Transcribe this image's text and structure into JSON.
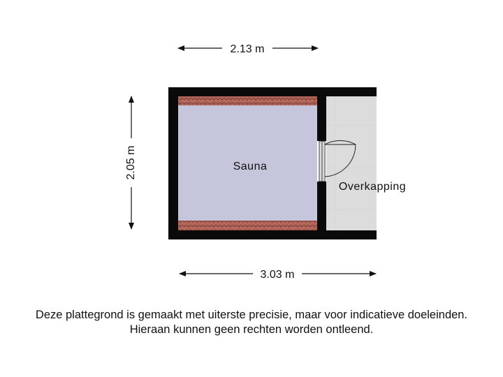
{
  "dimensions": {
    "top_width": "2.13 m",
    "side_height": "2.05 m",
    "bottom_width": "3.03 m"
  },
  "rooms": {
    "sauna": "Sauna",
    "overkapping": "Overkapping"
  },
  "disclaimer": {
    "line1": "Deze plattegrond is gemaakt met uiterste precisie, maar voor indicatieve doeleinden.",
    "line2": "Hieraan kunnen geen rechten worden ontleend."
  },
  "colors": {
    "wall": "#0a0a0a",
    "sauna_floor": "#c5c5db",
    "overkapping_floor": "#d9d9d9",
    "tiles": "#a55a4e",
    "dimension_line": "#111111"
  }
}
